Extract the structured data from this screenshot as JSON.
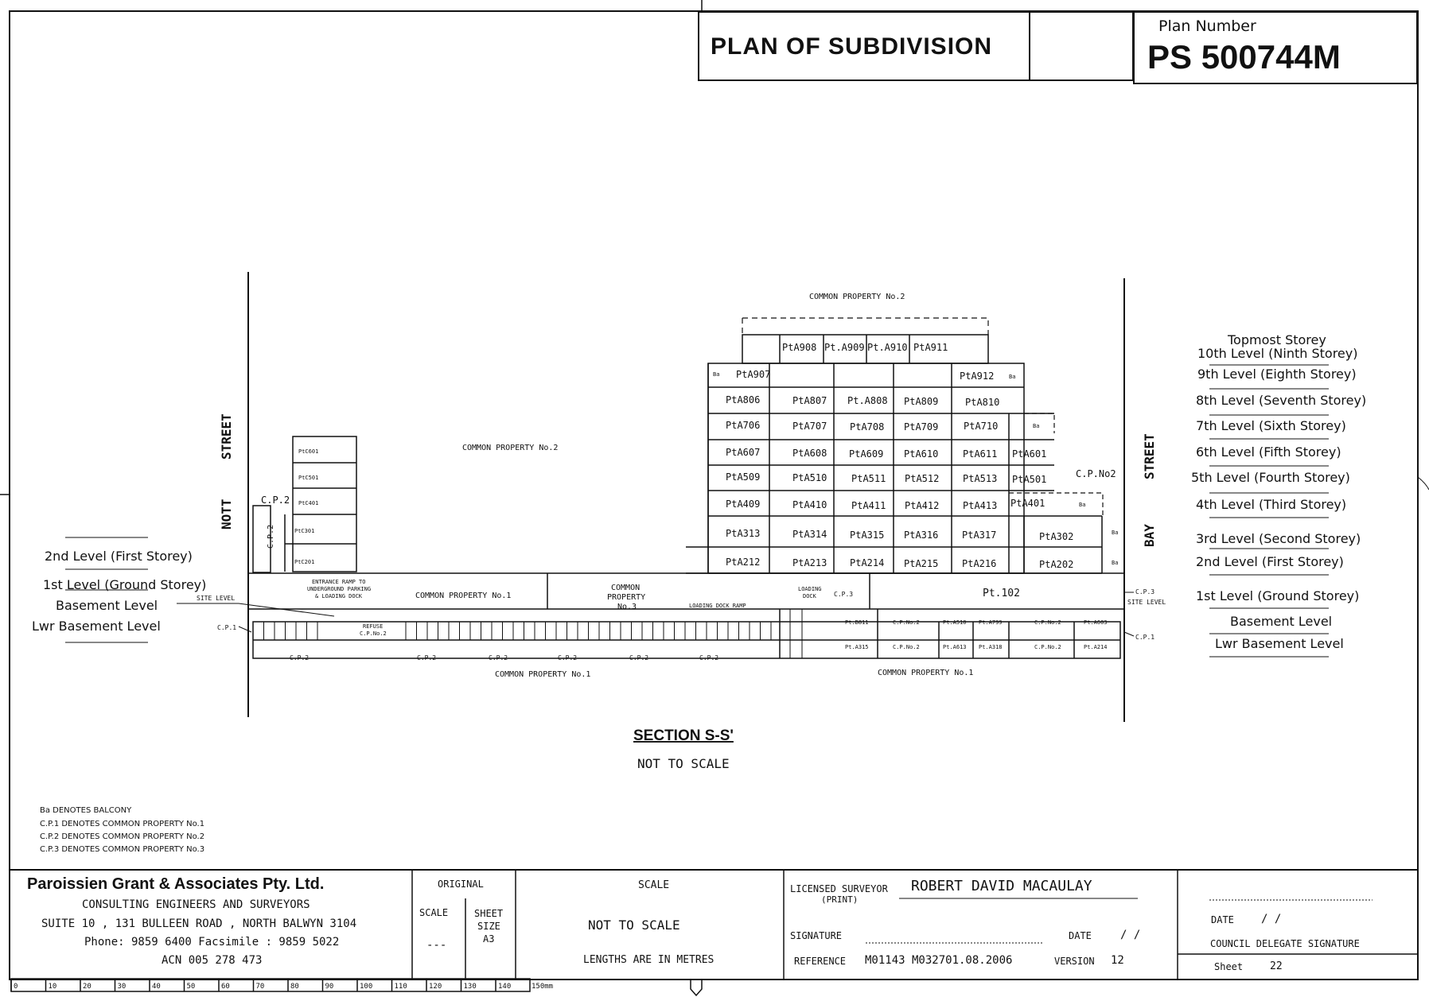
{
  "header": {
    "title": "PLAN OF SUBDIVISION",
    "plan_number_label": "Plan Number",
    "plan_number": "PS 500744M"
  },
  "section": {
    "title": "SECTION S-S'",
    "subtitle": "NOT TO SCALE"
  },
  "streets": {
    "left": [
      "NOTT",
      "STREET"
    ],
    "right": [
      "BAY",
      "STREET"
    ]
  },
  "left_levels": [
    "2nd Level (First Storey)",
    "1st Level (Ground Storey)",
    "Basement Level",
    "Lwr Basement Level"
  ],
  "right_levels": [
    "Topmost Storey",
    "10th Level (Ninth Storey)",
    "9th Level (Eighth Storey)",
    "8th Level (Seventh Storey)",
    "7th Level (Sixth Storey)",
    "6th Level (Fifth Storey)",
    "5th Level (Fourth Storey)",
    "4th Level (Third Storey)",
    "3rd Level (Second Storey)",
    "2nd Level (First Storey)",
    "1st Level (Ground Storey)",
    "Basement Level",
    "Lwr Basement Level"
  ],
  "annotations": {
    "cp2_top": "COMMON PROPERTY No.2",
    "cp2_mid": "COMMON PROPERTY No.2",
    "cp1_ground": "COMMON PROPERTY No.1",
    "cp3_ground": [
      "COMMON",
      "PROPERTY",
      "No.3"
    ],
    "ramp": [
      "ENTRANCE RAMP TO",
      "UNDERGROUND PARKING",
      "& LOADING DOCK"
    ],
    "loading_ramp": "LOADING DOCK RAMP",
    "loading_dock": [
      "LOADING",
      "DOCK"
    ],
    "cp3_small": "C.P.3",
    "pt102": "Pt.102",
    "cp1_bottom_left": "COMMON PROPERTY No.1",
    "cp1_bottom_right": "COMMON PROPERTY No.1",
    "cp_no2_right": "C.P.No2",
    "cp2_left": "C.P.2",
    "cp2_vertical": "C.P.2",
    "site_level": "SITE LEVEL",
    "cp1": "C.P.1",
    "cp3": "C.P.3",
    "cp2_small": "C.P.2",
    "refuse": [
      "REFUSE",
      "C.P.No.2"
    ],
    "ba": "Ba"
  },
  "lots": {
    "row10": [
      "PtA908",
      "Pt.A909",
      "Pt.A910",
      "PtA911"
    ],
    "row9": [
      "PtA907",
      "PtA912"
    ],
    "row8": [
      "PtA806",
      "PtA807",
      "Pt.A808",
      "PtA809",
      "PtA810"
    ],
    "row7": [
      "PtA706",
      "PtA707",
      "PtA708",
      "PtA709",
      "PtA710"
    ],
    "row6": [
      "PtA607",
      "PtA608",
      "PtA609",
      "PtA610",
      "PtA611",
      "PtA601"
    ],
    "row5": [
      "PtA509",
      "PtA510",
      "PtA511",
      "PtA512",
      "PtA513",
      "PtA501"
    ],
    "row4": [
      "PtA409",
      "PtA410",
      "PtA411",
      "PtA412",
      "PtA413",
      "PtA401"
    ],
    "row3": [
      "PtA313",
      "PtA314",
      "PtA315",
      "PtA316",
      "PtA317",
      "PtA302"
    ],
    "row2": [
      "PtA212",
      "PtA213",
      "PtA214",
      "PtA215",
      "PtA216",
      "PtA202"
    ],
    "left_tower": [
      "PtC601",
      "PtC501",
      "PtC401",
      "PtC301",
      "PtC201"
    ],
    "basement_right": [
      "Pt.B811",
      "C.P.No.2",
      "Pt.A510",
      "Pt.A799",
      "C.P.No.2",
      "Pt.A603"
    ],
    "lower_right": [
      "Pt.A315",
      "C.P.No.2",
      "Pt.A613",
      "Pt.A318",
      "C.P.No.2",
      "Pt.A214"
    ]
  },
  "legend": [
    "Ba  DENOTES BALCONY",
    "C.P.1  DENOTES COMMON PROPERTY No.1",
    "C.P.2  DENOTES COMMON PROPERTY No.2",
    "C.P.3  DENOTES COMMON PROPERTY No.3"
  ],
  "title_block": {
    "firm": "Paroissien Grant & Associates Pty. Ltd.",
    "firm_line2": "CONSULTING ENGINEERS AND SURVEYORS",
    "address": "SUITE 10 , 131 BULLEEN ROAD , NORTH BALWYN 3104",
    "phone": "Phone: 9859 6400 Facsimile : 9859 5022",
    "acn": "ACN 005 278 473",
    "original_label": "ORIGINAL",
    "scale_label": "SCALE",
    "scale_value": "---",
    "sheet_size_label": [
      "SHEET",
      "SIZE",
      "A3"
    ],
    "scale_header": "SCALE",
    "scale_text": "NOT TO SCALE",
    "lengths": "LENGTHS ARE IN METRES",
    "surveyor_label": "LICENSED SURVEYOR",
    "surveyor_print": "(PRINT)",
    "surveyor_name": "ROBERT DAVID MACAULAY",
    "signature_label": "SIGNATURE",
    "date_label": "DATE",
    "date_value": "/   /",
    "reference_label": "REFERENCE",
    "reference_value": "M01143 M032701.08.2006",
    "version_label": "VERSION",
    "version_value": "12",
    "council_date_label": "DATE",
    "council_date_value": "/   /",
    "council_label": "COUNCIL DELEGATE SIGNATURE",
    "sheet_label": "Sheet",
    "sheet_value": "22"
  },
  "ruler": {
    "ticks": [
      "0",
      "10",
      "20",
      "30",
      "40",
      "50",
      "60",
      "70",
      "80",
      "90",
      "100",
      "110",
      "120",
      "130",
      "140",
      "150mm"
    ]
  }
}
